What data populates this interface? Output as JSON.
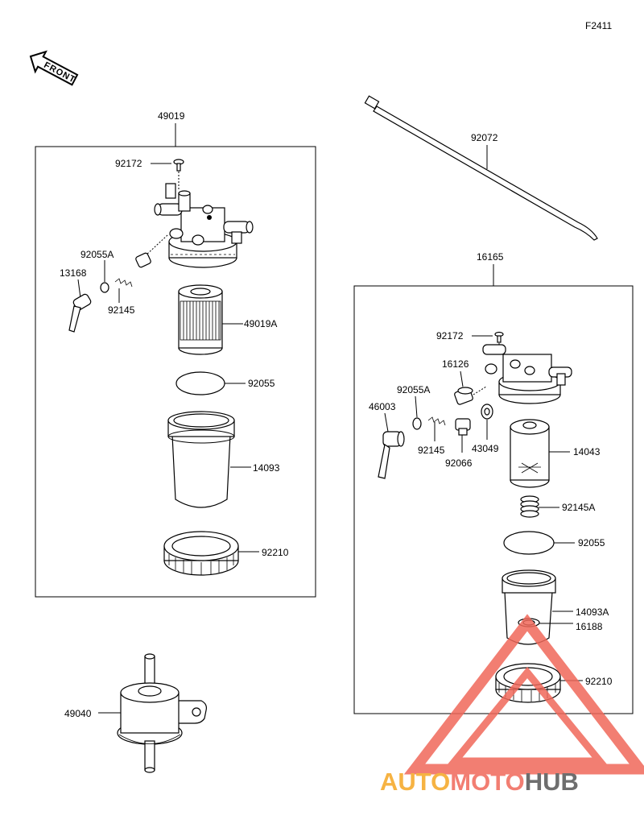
{
  "diagram_code": "F2411",
  "front_label": "FRONT",
  "groups": {
    "filter_assembly_left": "49019",
    "filter_assembly_right": "16165"
  },
  "parts_left": {
    "screw": "92172",
    "o_ring_a": "92055A",
    "valve_lever": "13168",
    "spring": "92145",
    "element": "49019A",
    "o_ring": "92055",
    "bowl": "14093",
    "ring_nut": "92210"
  },
  "parts_right": {
    "screw": "92172",
    "cap": "16126",
    "o_ring_a": "92055A",
    "valve_lever": "46003",
    "spring": "92145",
    "plug": "92066",
    "washer": "43049",
    "element": "14043",
    "spring_a": "92145A",
    "o_ring": "92055",
    "bowl": "14093A",
    "float_ring": "16188",
    "ring_nut": "92210"
  },
  "parts_other": {
    "cable_tie": "92072",
    "inline_filter": "49040"
  },
  "watermark": {
    "part1": "AUTO",
    "part2": "MOTO",
    "part3": "HUB",
    "color1": "#f5a623",
    "color2": "#f0685a",
    "color3": "#555555",
    "logo_color": "#f0685a"
  }
}
